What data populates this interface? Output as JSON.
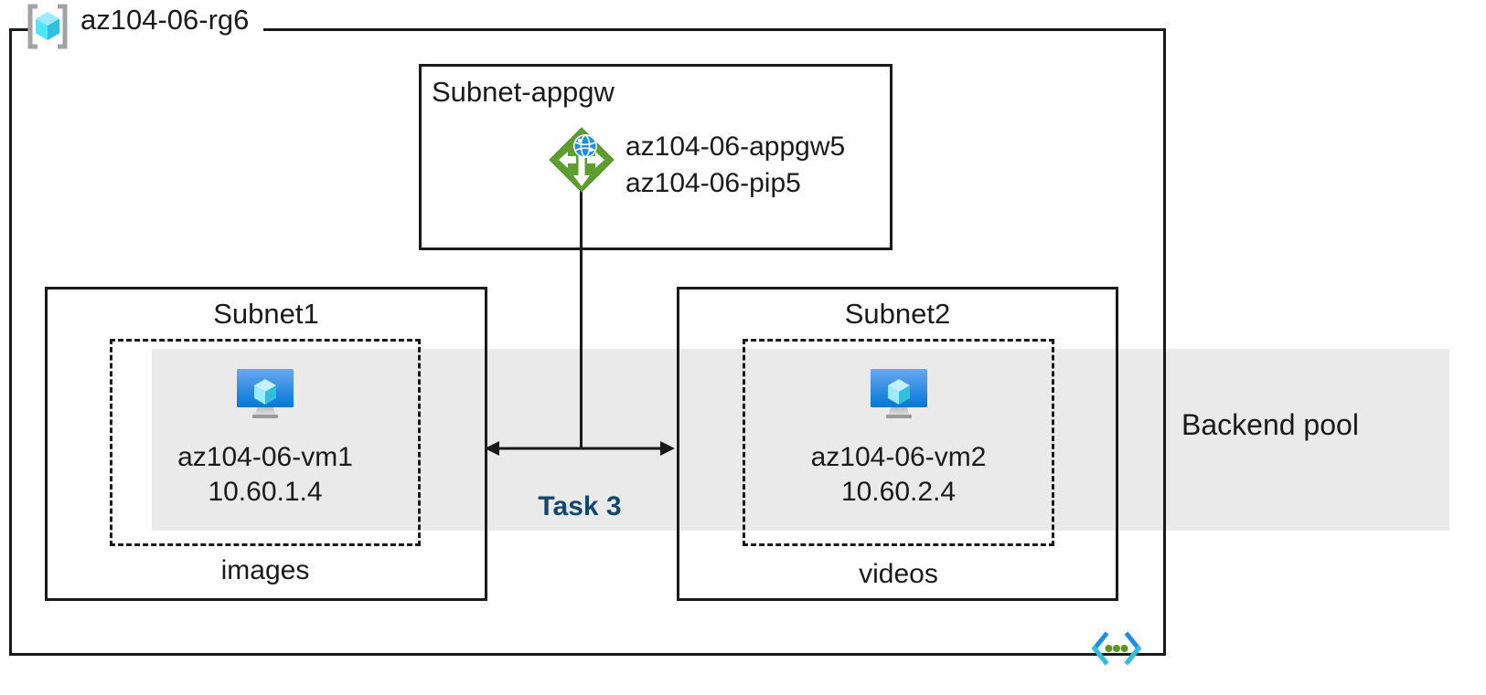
{
  "diagram": {
    "type": "azure-architecture",
    "resource_group": {
      "name": "az104-06-rg6",
      "icon": "resource-group-icon"
    },
    "virtual_network": {
      "icon": "virtual-network-icon"
    },
    "backend_pool": {
      "label": "Backend pool",
      "band_color": "#eaeaea"
    },
    "subnets": [
      {
        "title": "Subnet-appgw",
        "resources": [
          {
            "icon": "application-gateway-icon",
            "labels": [
              "az104-06-appgw5",
              "az104-06-pip5"
            ]
          }
        ]
      },
      {
        "title": "Subnet1",
        "vm": {
          "icon": "virtual-machine-icon",
          "name": "az104-06-vm1",
          "ip": "10.60.1.4"
        },
        "container": "images"
      },
      {
        "title": "Subnet2",
        "vm": {
          "icon": "virtual-machine-icon",
          "name": "az104-06-vm2",
          "ip": "10.60.2.4"
        },
        "container": "videos"
      }
    ],
    "annotations": [
      {
        "label": "Task 3",
        "color": "#12476f"
      }
    ],
    "colors": {
      "border": "#1a1a1a",
      "appgw_green": "#5d9e2e",
      "vm_blue": "#0078d4",
      "cube_cyan": "#50e6ff",
      "vnet_cyan": "#32bedd",
      "vnet_green": "#5e9624",
      "task_navy": "#12476f",
      "band_gray": "#eaeaea"
    }
  }
}
